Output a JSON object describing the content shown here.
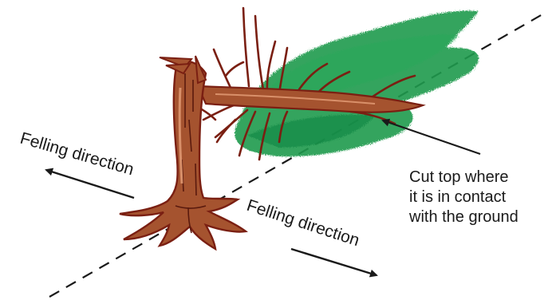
{
  "labels": {
    "felling_left": "Felling direction",
    "felling_right": "Felling direction",
    "note_lines": [
      "Cut top where",
      "it is in contact",
      "with the ground"
    ]
  },
  "colors": {
    "bark": "#a5532f",
    "bark_light": "#d9906a",
    "branch": "#7a1f12",
    "foliage": "#1f9a4e",
    "ink": "#1a1a1a"
  },
  "icons": [
    "felled-tree-illustration",
    "arrow-icon"
  ]
}
